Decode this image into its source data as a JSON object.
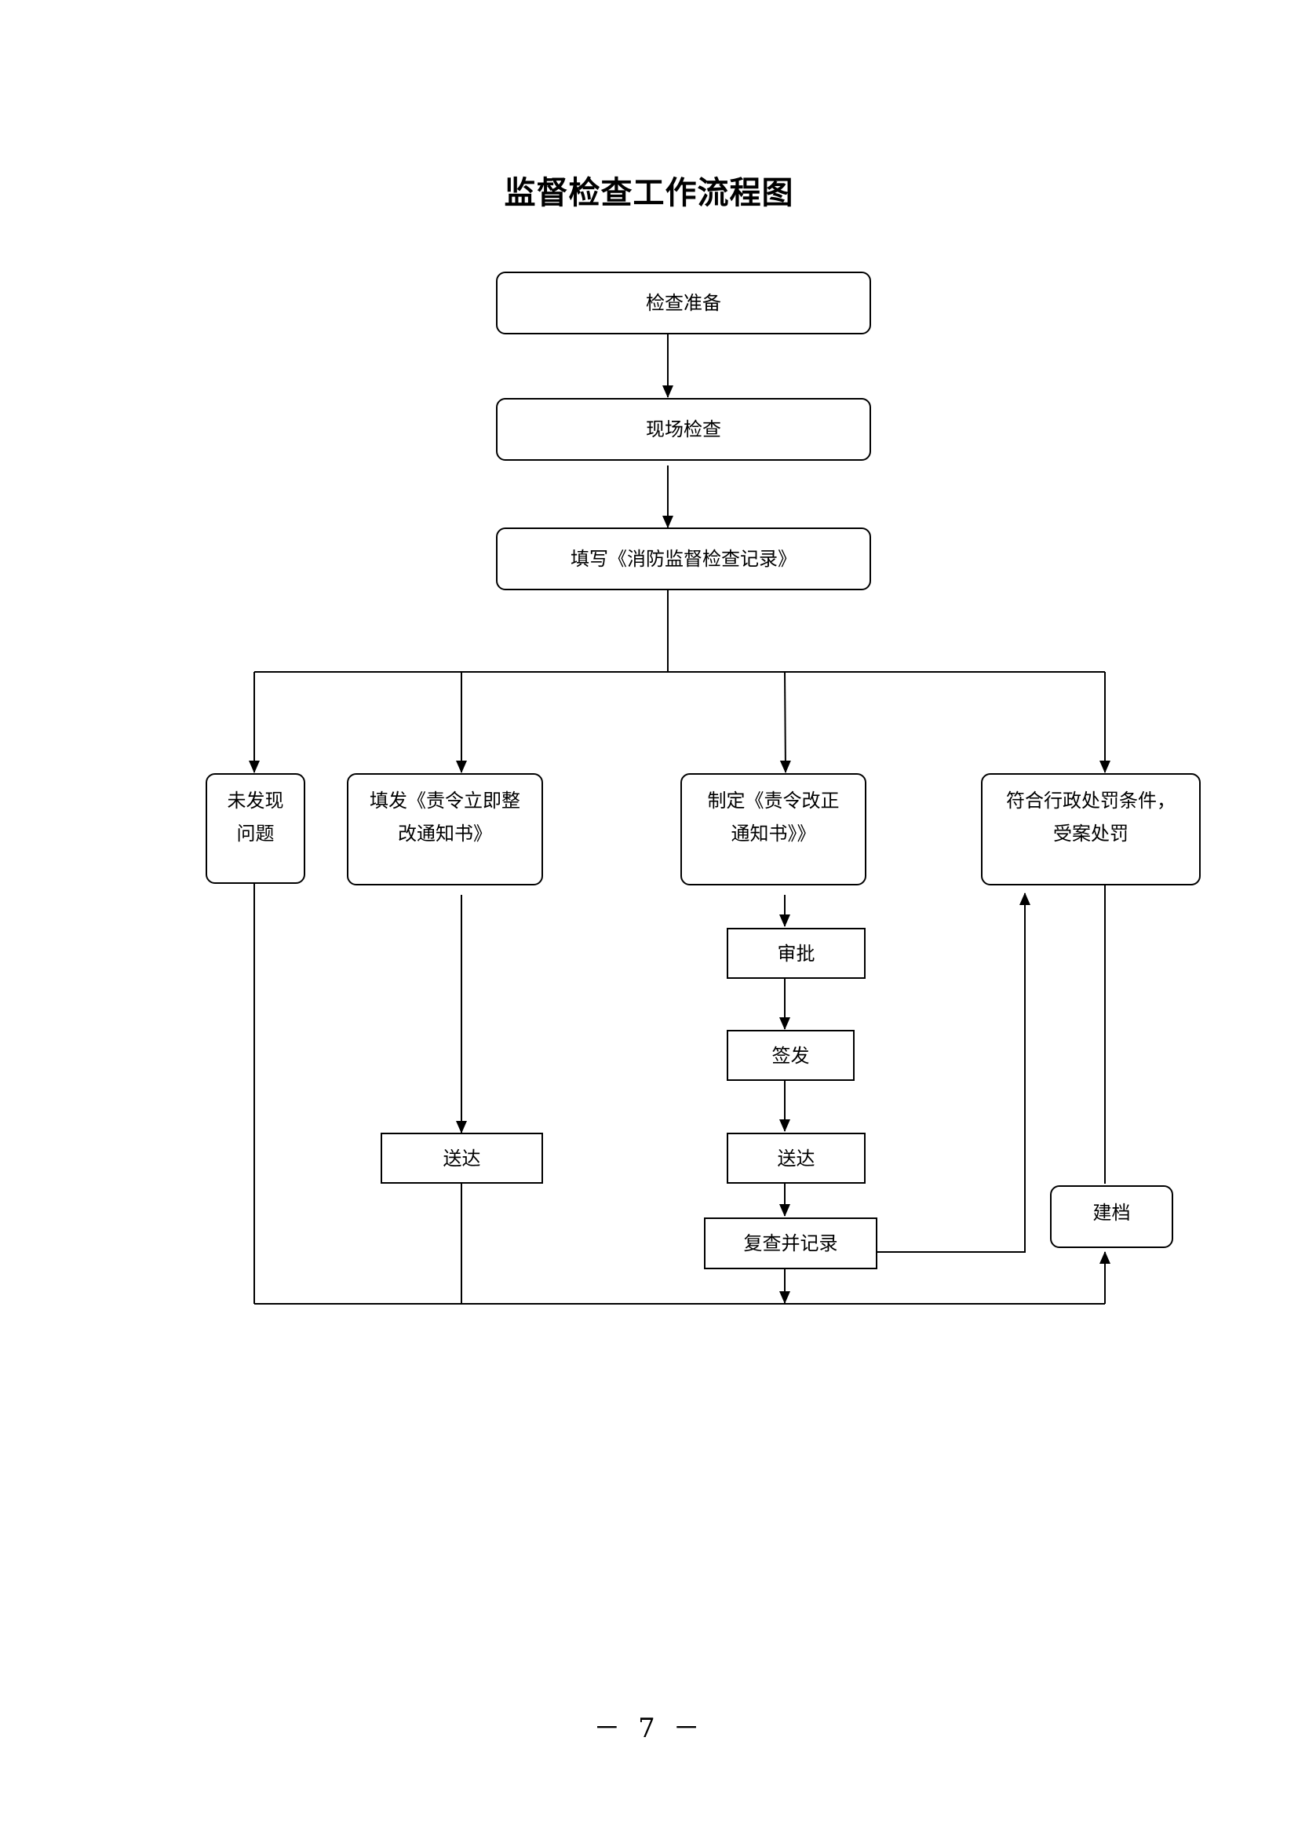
{
  "title": "监督检查工作流程图",
  "nodes": {
    "prep": "检查准备",
    "onsite": "现场检查",
    "record": "填写《消防监督检查记录》",
    "no_problem": [
      "未发现",
      "问题"
    ],
    "immediate_notice": [
      "填发《责令立即整",
      "改通知书》"
    ],
    "correction_notice": [
      "制定《责令改正",
      "通知书》》"
    ],
    "penalty": [
      "符合行政处罚条件，",
      "受案处罚"
    ],
    "approve": "审批",
    "sign": "签发",
    "deliver_left": "送达",
    "deliver_mid": "送达",
    "recheck": "复查并记录",
    "archive": "建档"
  },
  "page_number": "－ 7 －"
}
